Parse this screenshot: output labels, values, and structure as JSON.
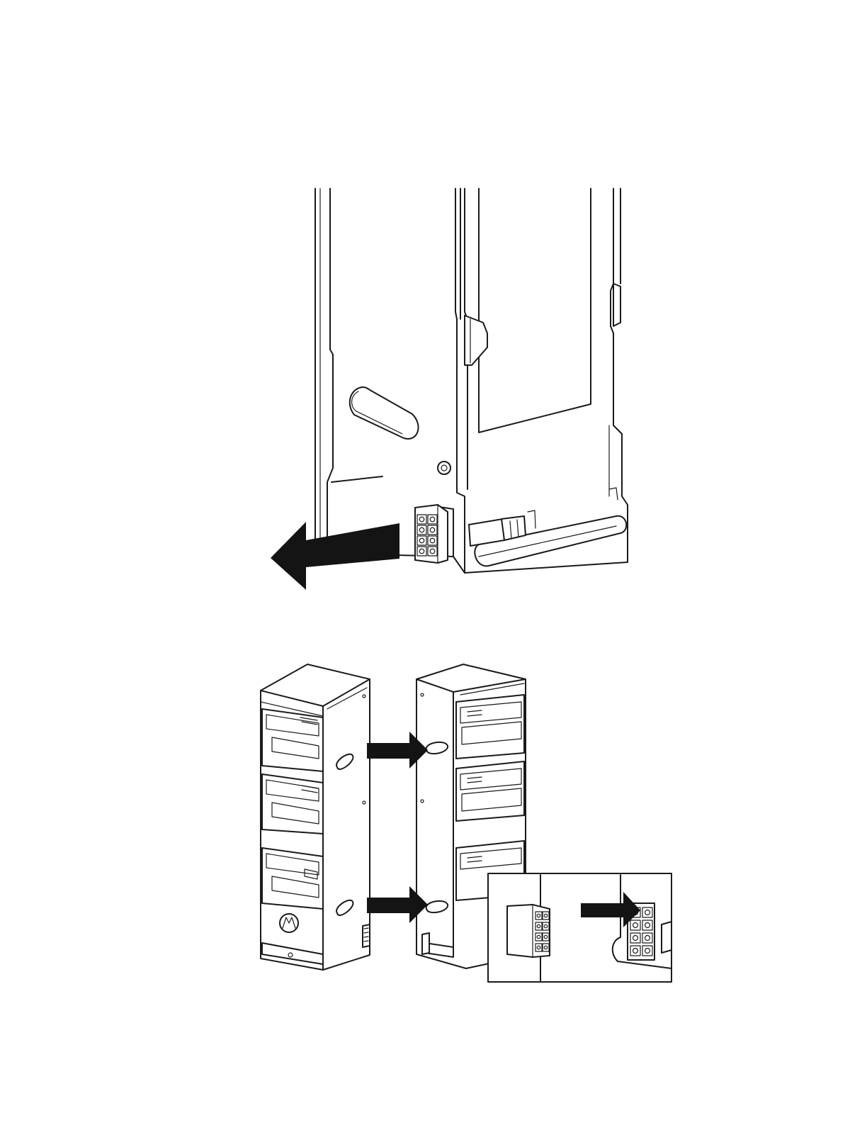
{
  "figure": {
    "ink_color": "#1a1a1a",
    "arrow_color": "#141414",
    "background_color": "#ffffff",
    "panels": [
      {
        "name": "connector-removal-step",
        "icon": "arrow-left-icon"
      },
      {
        "name": "charger-alignment-step",
        "icon": "arrow-right-icon"
      },
      {
        "name": "connector-detail-inset",
        "icon": "arrow-right-icon"
      }
    ],
    "logo_text": "M"
  }
}
